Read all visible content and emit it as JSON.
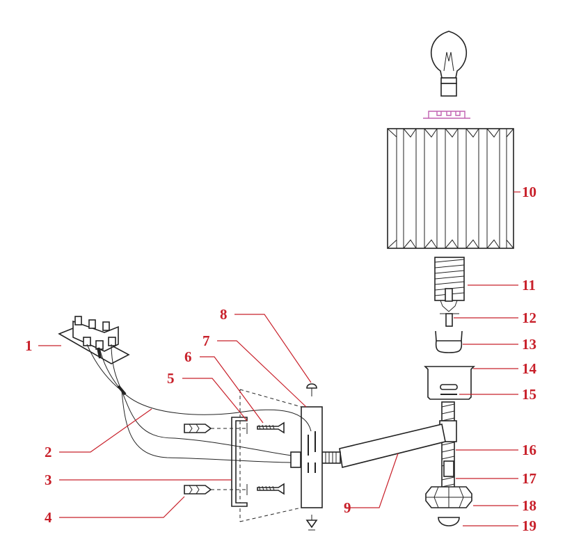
{
  "diagram": {
    "title": "Wall lamp exploded parts diagram",
    "labels": [
      "1",
      "2",
      "3",
      "4",
      "5",
      "6",
      "7",
      "8",
      "9",
      "10",
      "11",
      "12",
      "13",
      "14",
      "15",
      "16",
      "17",
      "18",
      "19"
    ],
    "colors": {
      "label": "#c8202a",
      "line": "#222222",
      "bracket": "#c060b0"
    }
  }
}
